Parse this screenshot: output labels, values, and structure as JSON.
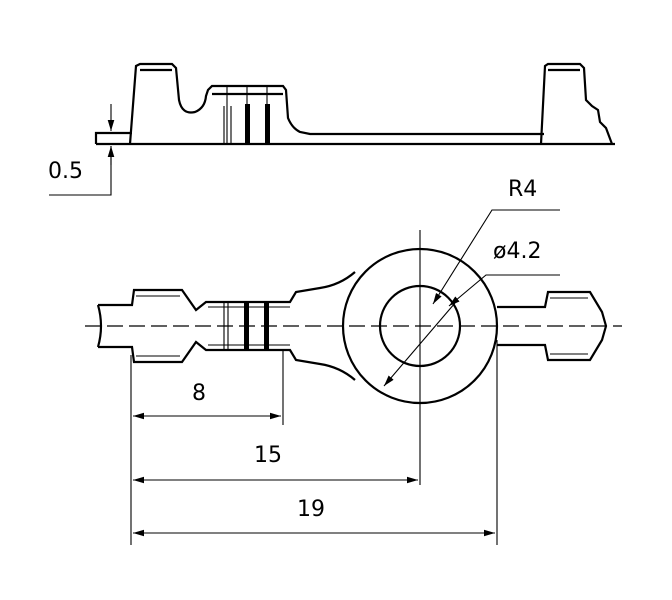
{
  "drawing": {
    "dimensions": {
      "thickness": "0.5",
      "radius": "R4",
      "hole_diameter": "ø4.2",
      "crimp_length": "8",
      "center_distance": "15",
      "overall_length": "19"
    }
  }
}
